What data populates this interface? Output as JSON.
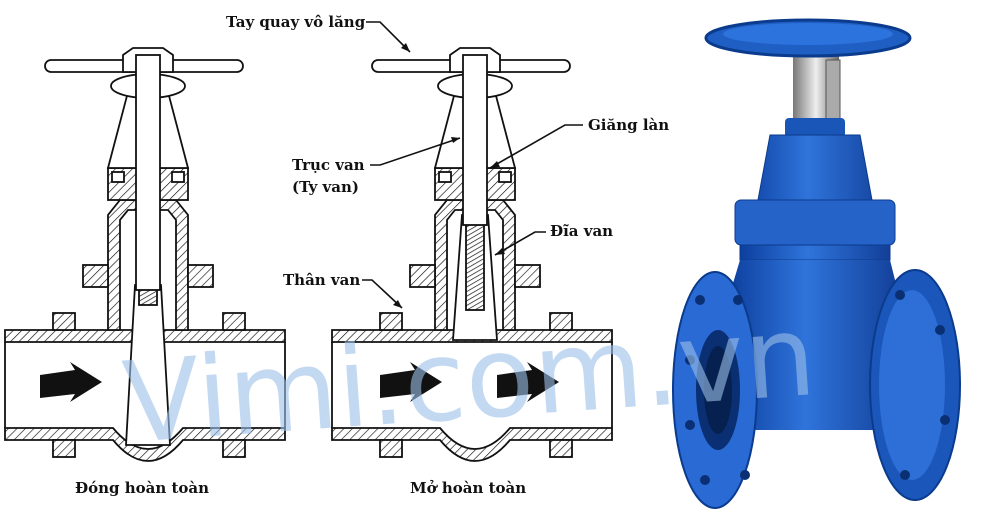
{
  "labels": {
    "handwheel": "Tay quay vô lăng",
    "packing": "Giăng làn",
    "stem_line1": "Trục van",
    "stem_line2": "(Ty van)",
    "disc": "Đĩa van",
    "body": "Thân van",
    "closed_caption": "Đóng hoàn toàn",
    "open_caption": "Mở hoàn toàn"
  },
  "watermark": "Vimi.com.vn",
  "colors": {
    "valve_blue": "#1f5fc4",
    "line": "#111111",
    "watermark": "#9cc0ea"
  },
  "valves": [
    {
      "state": "closed"
    },
    {
      "state": "open"
    }
  ]
}
